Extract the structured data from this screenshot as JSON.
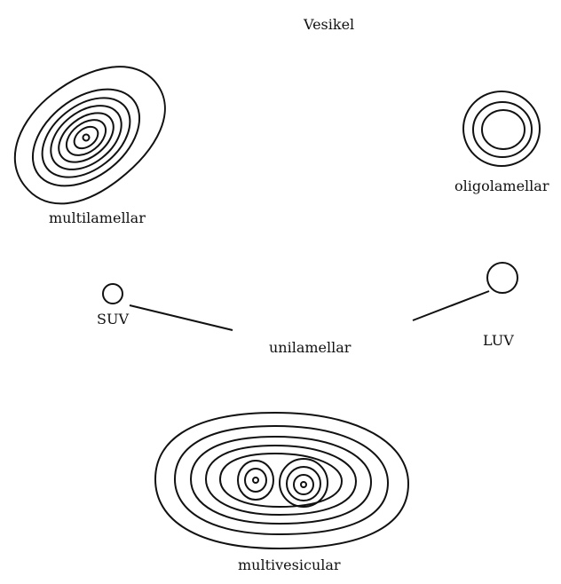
{
  "title": "Vesikel",
  "labels": {
    "multilamellar": "multilamellar",
    "oligolamellar": "oligolamellar",
    "suv": "SUV",
    "unilamellar": "unilamellar",
    "luv": "LUV",
    "multivesicular": "multivesicular"
  },
  "colors": {
    "stroke": "#111111",
    "background": "#ffffff"
  }
}
